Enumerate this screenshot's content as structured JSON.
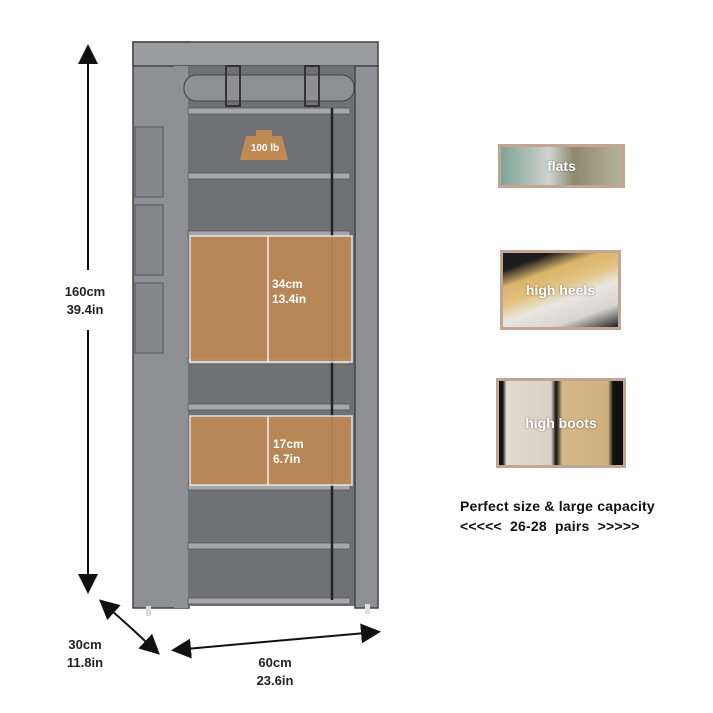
{
  "product": {
    "load_badge": "100 lb",
    "tall_compartment": {
      "cm": "34cm",
      "in": "13.4in"
    },
    "short_compartment": {
      "cm": "17cm",
      "in": "6.7in"
    }
  },
  "dimensions": {
    "height": {
      "cm": "160cm",
      "in": "39.4in"
    },
    "depth": {
      "cm": "30cm",
      "in": "11.8in"
    },
    "width": {
      "cm": "60cm",
      "in": "23.6in"
    }
  },
  "shoe_types": [
    {
      "label": "flats"
    },
    {
      "label": "high heels"
    },
    {
      "label": "high boots"
    }
  ],
  "caption": {
    "line1": "Perfect size & large capacity",
    "line2": "<<<<<  26-28  pairs  >>>>>"
  },
  "colors": {
    "fabric": "#8e9093",
    "inner": "#6f7174",
    "orange": "#c08a54",
    "frame": "#c2a592"
  }
}
